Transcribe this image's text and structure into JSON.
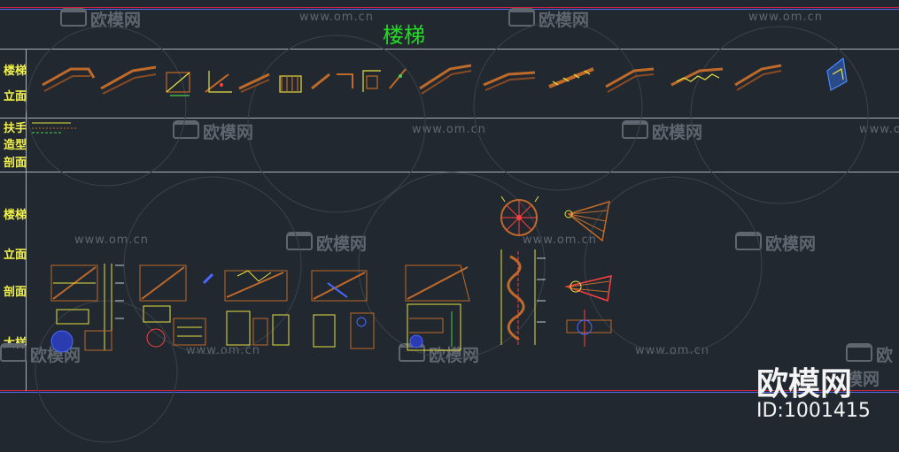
{
  "title": "楼梯",
  "row_labels": {
    "row1": [
      "楼梯",
      "立面"
    ],
    "row2": [
      "扶手",
      "造型",
      "剖面"
    ],
    "row3": [
      "楼梯",
      "立面",
      "剖面",
      "大样"
    ]
  },
  "watermarks": {
    "url": "www.om.cn",
    "logo_text": "欧模网"
  },
  "brand": {
    "name": "欧模网",
    "id_text": "ID:1001415"
  },
  "colors": {
    "background": "#212830",
    "title_green": "#22dd22",
    "label_yellow": "#f2f24a",
    "border_red": "#cc2244",
    "border_blue": "#5566ee",
    "wood": "#c06a2a",
    "cad_yellow": "#e8e040"
  }
}
